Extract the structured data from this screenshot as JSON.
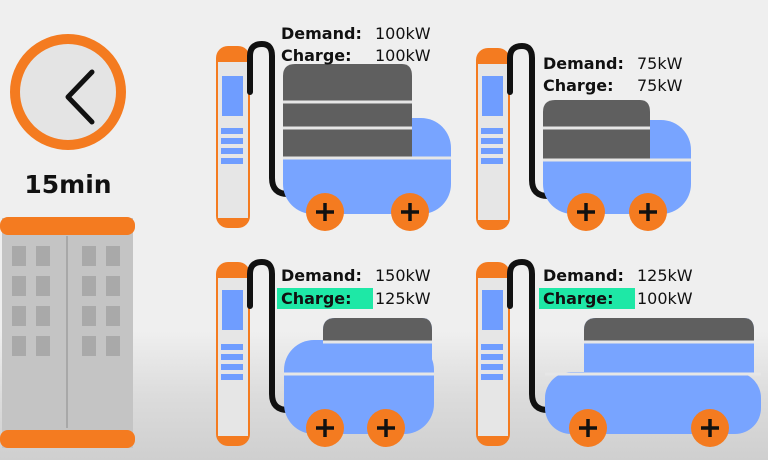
{
  "timer": {
    "label": "15min"
  },
  "stations": [
    {
      "demand_label": "Demand:",
      "demand_value": "100kW",
      "charge_label": "Charge:",
      "charge_value": "100kW",
      "charge_highlight": false
    },
    {
      "demand_label": "Demand:",
      "demand_value": "75kW",
      "charge_label": "Charge:",
      "charge_value": "75kW",
      "charge_highlight": false
    },
    {
      "demand_label": "Demand:",
      "demand_value": "150kW",
      "charge_label": "Charge:",
      "charge_value": "125kW",
      "charge_highlight": true
    },
    {
      "demand_label": "Demand:",
      "demand_value": "125kW",
      "charge_label": "Charge:",
      "charge_value": "100kW",
      "charge_highlight": true
    }
  ],
  "colors": {
    "orange": "#f47b20",
    "charger_blue": "#6f9dff",
    "vehicle_blue": "#78a4ff",
    "battery_dark": "#5f5f5f",
    "highlight": "#1ee8a6",
    "building_grey": "#bdbdbd"
  },
  "icons": {
    "timer": "clock-back-arrow-icon",
    "wheel": "plus-wheel-icon",
    "building": "building-icon"
  }
}
